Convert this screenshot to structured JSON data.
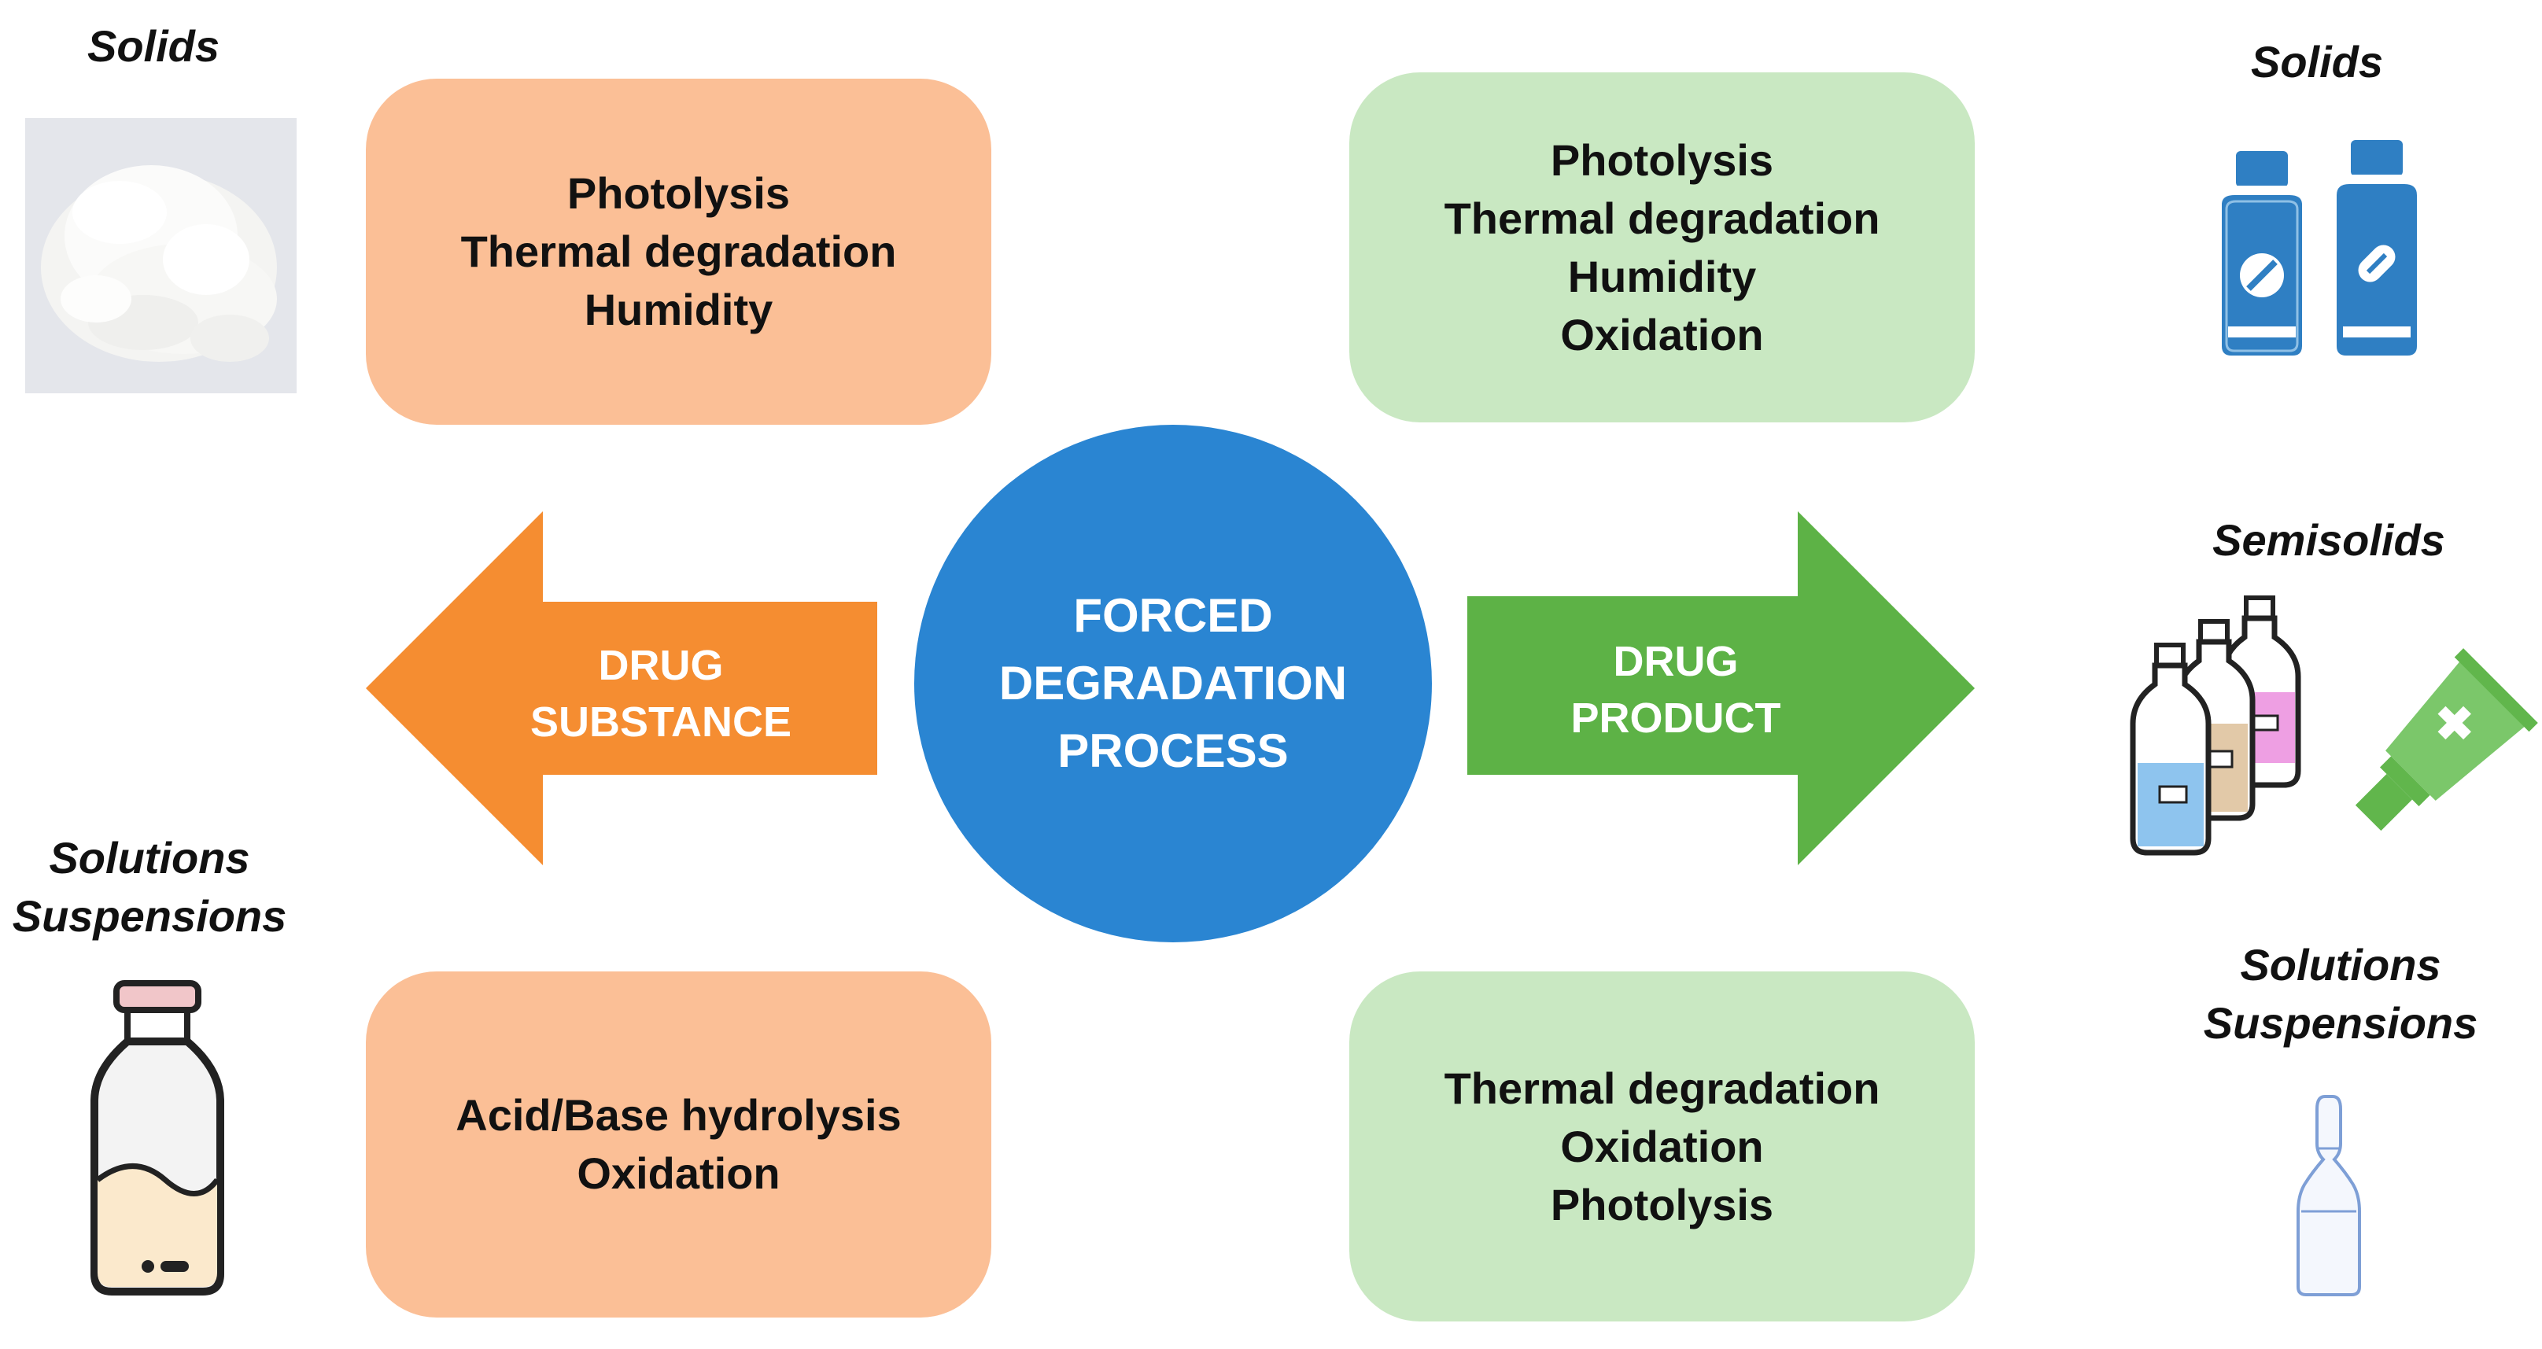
{
  "center": {
    "lines": [
      "FORCED",
      "DEGRADATION",
      "PROCESS"
    ]
  },
  "left_arrow": {
    "lines": [
      "DRUG",
      "SUBSTANCE"
    ],
    "color": "#f58d31"
  },
  "right_arrow": {
    "lines": [
      "DRUG",
      "PRODUCT"
    ],
    "color": "#5db246"
  },
  "boxes": {
    "top_left": [
      "Photolysis",
      "Thermal degradation",
      "Humidity"
    ],
    "bottom_left": [
      "Acid/Base hydrolysis",
      "Oxidation"
    ],
    "top_right": [
      "Photolysis",
      "Thermal degradation",
      "Humidity",
      "Oxidation"
    ],
    "bottom_right": [
      "Thermal degradation",
      "Oxidation",
      "Photolysis"
    ]
  },
  "labels": {
    "left_top": "Solids",
    "left_bottom": [
      "Solutions",
      "Suspensions"
    ],
    "right_top": "Solids",
    "right_middle": "Semisolids",
    "right_bottom": [
      "Solutions",
      "Suspensions"
    ]
  },
  "icons": {
    "powder": "powder-image",
    "vial": "vial-icon",
    "tablet_bottles": "tablet-bottles-icon",
    "syrup_bottles": "syrup-bottles-icon",
    "ointment_tube": "ointment-tube-icon",
    "ampoule": "ampoule-icon"
  },
  "colors": {
    "orange_box": "#fbbf96",
    "green_box": "#c9e8c2",
    "circle": "#2a85d2"
  }
}
